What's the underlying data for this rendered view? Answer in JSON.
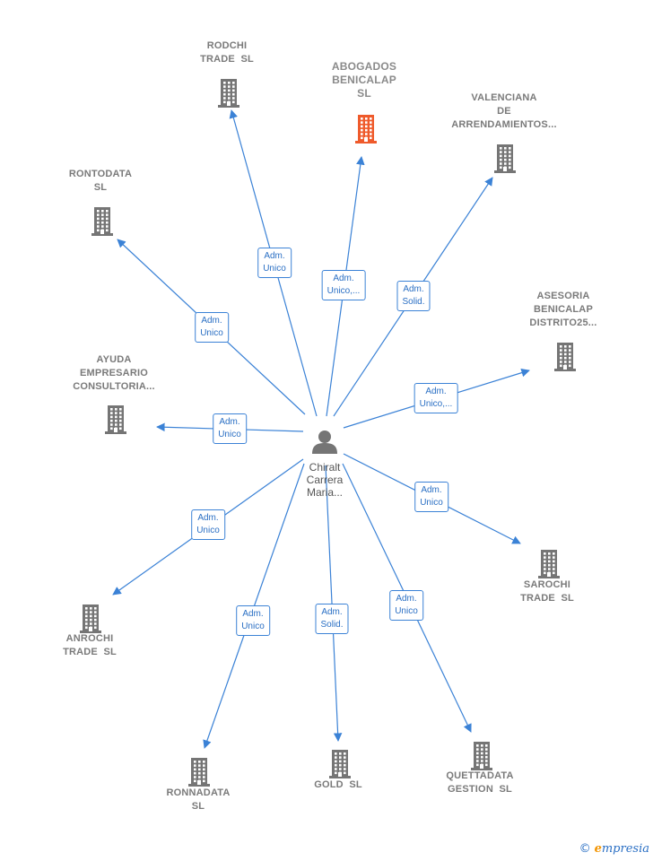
{
  "center": {
    "name": "Chiralt\nCarrera\nMaria..."
  },
  "nodes": [
    {
      "id": "rodchi",
      "label": "RODCHI\nTRADE  SL",
      "highlight": false,
      "role": "Adm.\nUnico"
    },
    {
      "id": "abogados",
      "label": "ABOGADOS\nBENICALAP\nSL",
      "highlight": true,
      "role": "Adm.\nUnico,..."
    },
    {
      "id": "valenciana",
      "label": "VALENCIANA\nDE\nARRENDAMIENTOS...",
      "highlight": false,
      "role": "Adm.\nSolid."
    },
    {
      "id": "rontodata",
      "label": "RONTODATA\nSL",
      "highlight": false,
      "role": "Adm.\nUnico"
    },
    {
      "id": "asesoria",
      "label": "ASESORIA\nBENICALAP\nDISTRITO25...",
      "highlight": false,
      "role": "Adm.\nUnico,..."
    },
    {
      "id": "ayuda",
      "label": "AYUDA\nEMPRESARIO\nCONSULTORIA...",
      "highlight": false,
      "role": "Adm.\nUnico"
    },
    {
      "id": "sarochi",
      "label": "SAROCHI\nTRADE  SL",
      "highlight": false,
      "role": "Adm.\nUnico"
    },
    {
      "id": "anrochi",
      "label": "ANROCHI\nTRADE  SL",
      "highlight": false,
      "role": "Adm.\nUnico"
    },
    {
      "id": "ronnadata",
      "label": "RONNADATA\nSL",
      "highlight": false,
      "role": "Adm.\nUnico"
    },
    {
      "id": "gold",
      "label": "GOLD  SL",
      "highlight": false,
      "role": "Adm.\nSolid."
    },
    {
      "id": "quettadata",
      "label": "QUETTADATA\nGESTION  SL",
      "highlight": false,
      "role": "Adm.\nUnico"
    }
  ],
  "colors": {
    "edge": "#3b82d6",
    "building": "#757575",
    "building_highlight": "#ef5a2b",
    "person": "#757575"
  },
  "brand": {
    "copyright": "©",
    "first": "e",
    "rest": "mpresia"
  }
}
